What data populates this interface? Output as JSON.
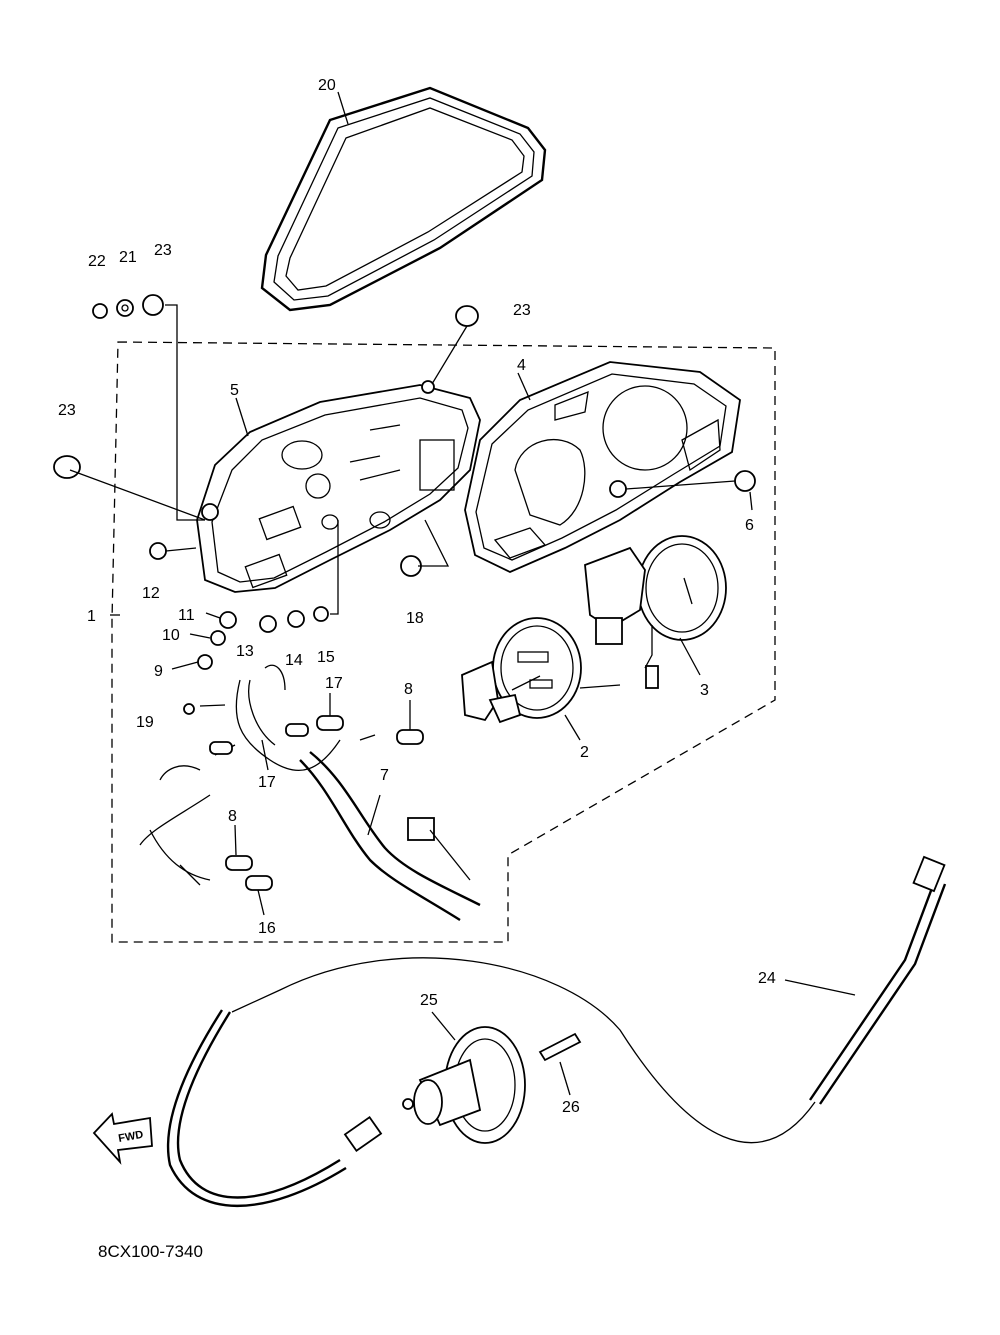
{
  "diagram_code": "8CX100-7340",
  "fwd_label": "FWD",
  "callouts": [
    {
      "id": "c20",
      "text": "20"
    },
    {
      "id": "c22",
      "text": "22"
    },
    {
      "id": "c21",
      "text": "21"
    },
    {
      "id": "c23a",
      "text": "23"
    },
    {
      "id": "c23b",
      "text": "23"
    },
    {
      "id": "c23c",
      "text": "23"
    },
    {
      "id": "c4",
      "text": "4"
    },
    {
      "id": "c5",
      "text": "5"
    },
    {
      "id": "c6",
      "text": "6"
    },
    {
      "id": "c12",
      "text": "12"
    },
    {
      "id": "c1",
      "text": "1"
    },
    {
      "id": "c11",
      "text": "11"
    },
    {
      "id": "c10",
      "text": "10"
    },
    {
      "id": "c13",
      "text": "13"
    },
    {
      "id": "c14",
      "text": "14"
    },
    {
      "id": "c15",
      "text": "15"
    },
    {
      "id": "c18",
      "text": "18"
    },
    {
      "id": "c9",
      "text": "9"
    },
    {
      "id": "c17a",
      "text": "17"
    },
    {
      "id": "c8a",
      "text": "8"
    },
    {
      "id": "c19",
      "text": "19"
    },
    {
      "id": "c3",
      "text": "3"
    },
    {
      "id": "c2",
      "text": "2"
    },
    {
      "id": "c7",
      "text": "7"
    },
    {
      "id": "c17b",
      "text": "17"
    },
    {
      "id": "c8b",
      "text": "8"
    },
    {
      "id": "c16",
      "text": "16"
    },
    {
      "id": "c24",
      "text": "24"
    },
    {
      "id": "c25",
      "text": "25"
    },
    {
      "id": "c26",
      "text": "26"
    }
  ]
}
